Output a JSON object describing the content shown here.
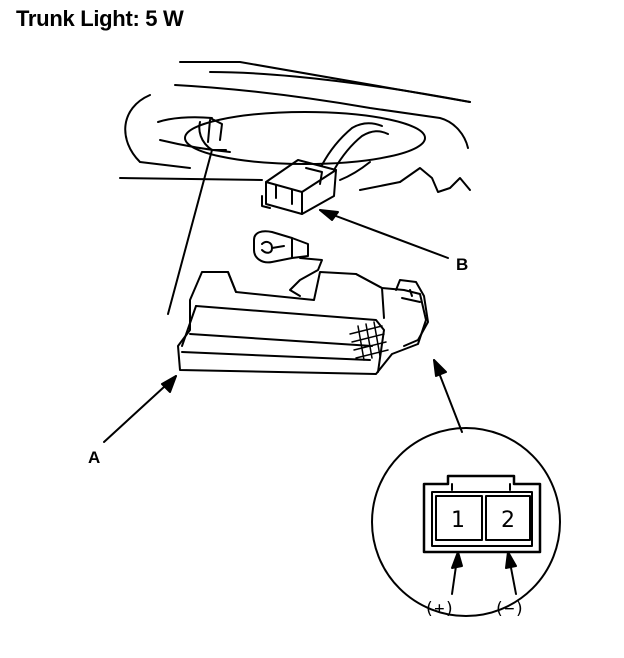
{
  "title": "Trunk Light: 5 W",
  "callouts": {
    "a": "A",
    "b": "B"
  },
  "connector": {
    "pin_1": "1",
    "pin_2": "2",
    "pin_1_polarity": "(+)",
    "pin_2_polarity": "(−)"
  }
}
